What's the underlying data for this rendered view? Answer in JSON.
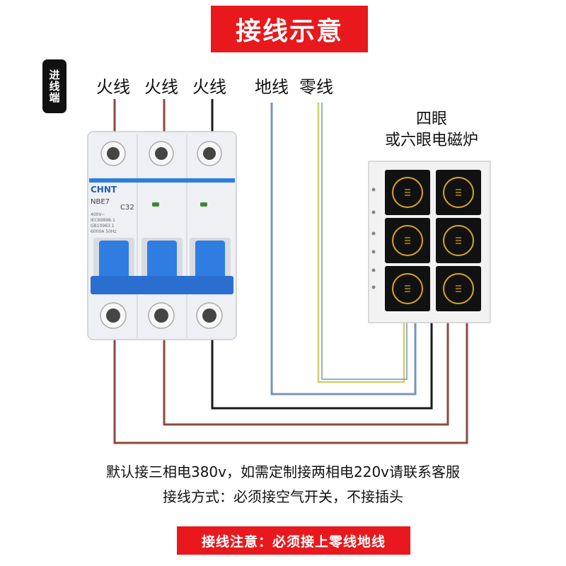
{
  "title": "接线示意",
  "side_tag": "进线端",
  "wire_labels": [
    "火线",
    "火线",
    "火线",
    "地线",
    "零线"
  ],
  "cooker_label": {
    "line1": "四眼",
    "line2": "或六眼电磁炉"
  },
  "breaker": {
    "brand": "CHNT",
    "model": "NBE7",
    "rating": "C32",
    "spec": [
      "400V~",
      "IEC60898-1",
      "GB10963.1",
      "6000A 50Hz"
    ]
  },
  "notes": {
    "line1": "默认接三相电380v，如需定制接两相电220v请联系客服",
    "line2": "接线方式：必须接空气开关，不接插头"
  },
  "bottom_banner": "接线注意：必须接上零线地线",
  "colors": {
    "accent_red": "#e8181c",
    "brown_wire": "#8b4a3c",
    "black_wire": "#1a1a1a",
    "blue_wire": "#7a93b8",
    "yellow_green_wire": "#c9d36a",
    "breaker_handle": "#2f7de0",
    "cooker_glass": "#111111",
    "burner_ring": "#d9a520"
  }
}
